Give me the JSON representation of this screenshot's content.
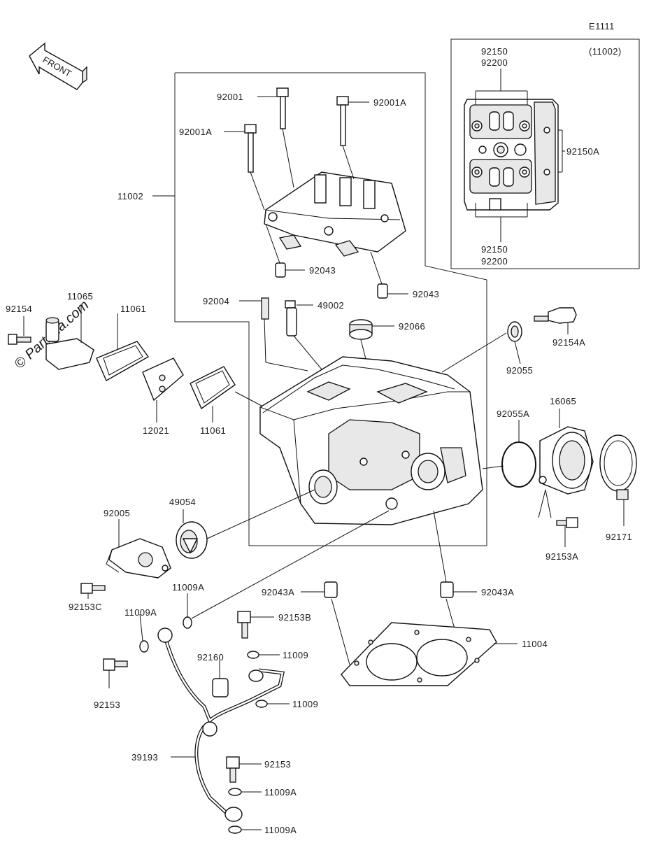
{
  "figure_code": "E1111",
  "front_label": "FRONT",
  "watermark": "© Partzilla.com",
  "inset": {
    "title": "(11002)"
  },
  "labels": {
    "l92150_top": "92150",
    "l92200_top": "92200",
    "l92150A": "92150A",
    "l92150_bot": "92150",
    "l92200_bot": "92200",
    "l92001": "92001",
    "l92001A_left": "92001A",
    "l92001A_right": "92001A",
    "l11002": "11002",
    "l92043_a": "92043",
    "l92043_b": "92043",
    "l92004": "92004",
    "l49002": "49002",
    "l92066": "92066",
    "l92154": "92154",
    "l11065": "11065",
    "l11061_top": "11061",
    "l12021": "12021",
    "l11061_bot": "11061",
    "l92154A": "92154A",
    "l92055": "92055",
    "l92055A": "92055A",
    "l16065": "16065",
    "l92153A": "92153A",
    "l92171": "92171",
    "l92005": "92005",
    "l49054": "49054",
    "l92153C": "92153C",
    "l11009A_a": "11009A",
    "l11009A_b": "11009A",
    "l92043A_left": "92043A",
    "l92043A_right": "92043A",
    "l92153B": "92153B",
    "l11009_a": "11009",
    "l92160": "92160",
    "l11009_b": "11009",
    "l11004": "11004",
    "l92153_left": "92153",
    "l39193": "39193",
    "l92153_bottom": "92153",
    "l11009A_c": "11009A",
    "l11009A_d": "11009A"
  }
}
